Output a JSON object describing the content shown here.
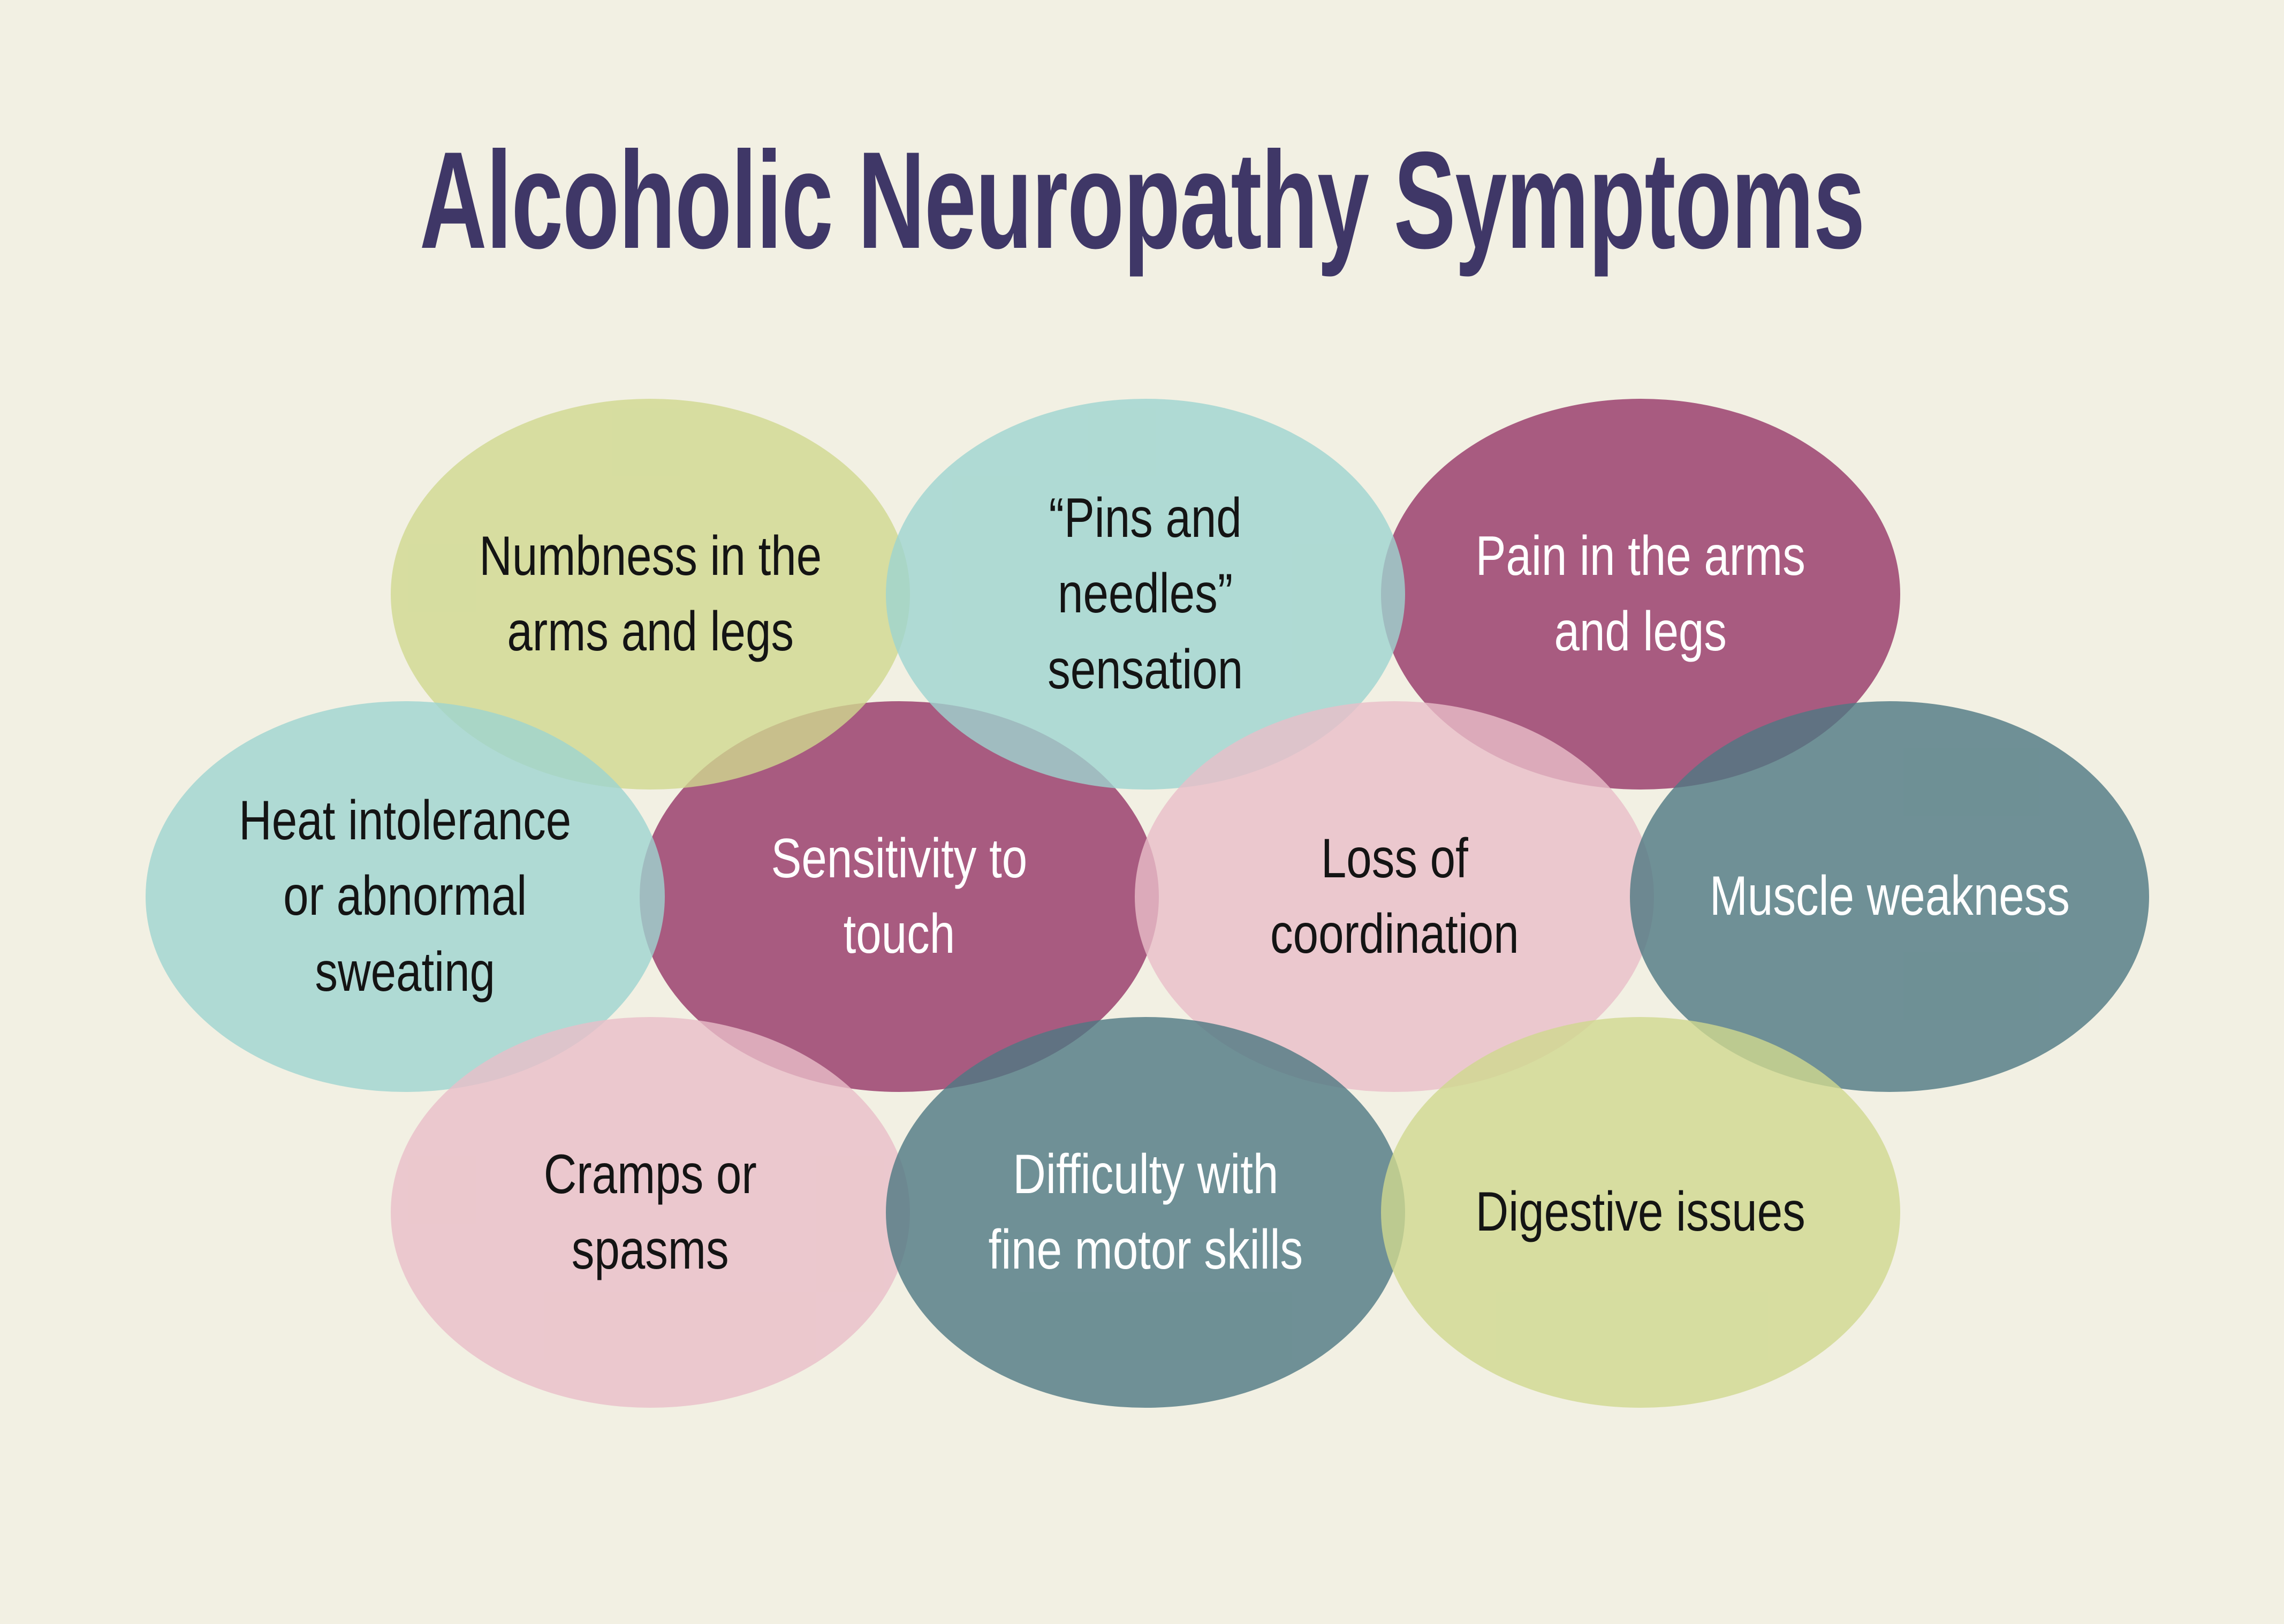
{
  "title": "Alcoholic Neuropathy Symptoms",
  "background_color": "#f2f0e3",
  "title_color": "#3f3767",
  "palette": {
    "green": "rgba(207,216,143,0.8)",
    "teal": "rgba(158,212,207,0.8)",
    "plum": "rgba(149,54,103,0.8)",
    "pink": "rgba(233,190,200,0.8)",
    "slate": "rgba(77,120,130,0.8)",
    "text_dark": "#141414",
    "text_light": "#ffffff"
  },
  "bubbles": [
    {
      "id": "numbness",
      "label": "Numbness in the\narms and legs",
      "color": "green",
      "text": "dark"
    },
    {
      "id": "pins-and-needles",
      "label": "“Pins and\nneedles”\nsensation",
      "color": "teal",
      "text": "dark"
    },
    {
      "id": "pain-arms-legs",
      "label": "Pain in the arms\nand legs",
      "color": "plum",
      "text": "light"
    },
    {
      "id": "heat-intolerance",
      "label": "Heat intolerance\nor abnormal\nsweating",
      "color": "teal",
      "text": "dark"
    },
    {
      "id": "touch-sensitivity",
      "label": "Sensitivity to\ntouch",
      "color": "plum",
      "text": "light"
    },
    {
      "id": "loss-coordination",
      "label": "Loss of\ncoordination",
      "color": "pink",
      "text": "dark"
    },
    {
      "id": "muscle-weakness",
      "label": "Muscle weakness",
      "color": "slate",
      "text": "light"
    },
    {
      "id": "cramps-spasms",
      "label": "Cramps or\nspasms",
      "color": "pink",
      "text": "dark"
    },
    {
      "id": "fine-motor-skills",
      "label": "Difficulty with\nfine motor skills",
      "color": "slate",
      "text": "light"
    },
    {
      "id": "digestive-issues",
      "label": "Digestive issues",
      "color": "green",
      "text": "dark"
    }
  ]
}
